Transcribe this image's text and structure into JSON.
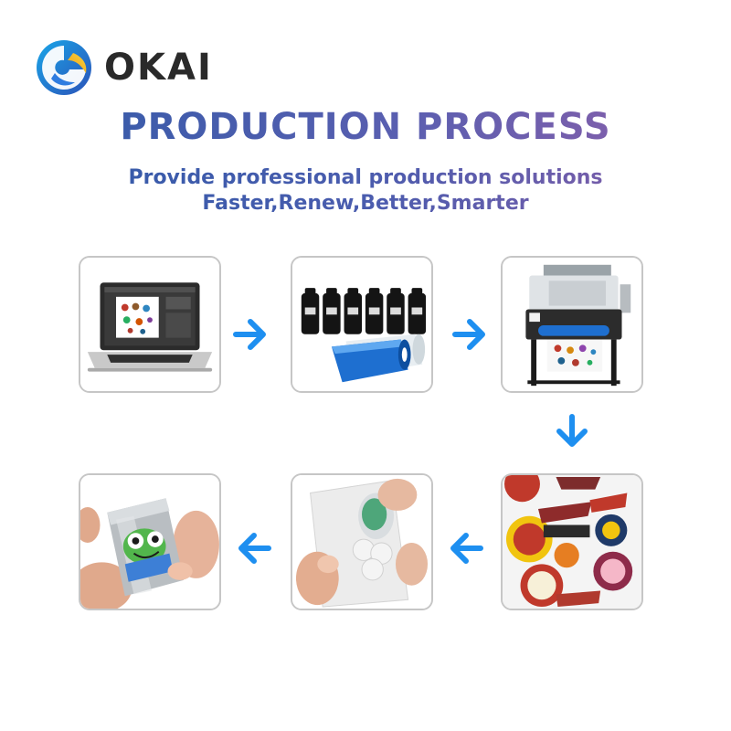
{
  "brand": {
    "name": "OKAI",
    "logo_icon": "okai-swirl-logo-icon"
  },
  "header": {
    "title": "PRODUCTION PROCESS",
    "subtitle_line1": "Provide professional production solutions",
    "subtitle_line2": "Faster,Renew,Better,Smarter"
  },
  "colors": {
    "title_start": "#2f5aa8",
    "title_end": "#8f5fa9",
    "arrow": "#1e8ff0",
    "card_border": "#c6c6c6"
  },
  "steps": [
    {
      "icon": "laptop-design-icon"
    },
    {
      "icon": "ink-bottles-film-icon"
    },
    {
      "icon": "uv-printer-icon"
    },
    {
      "icon": "printed-stickers-icon"
    },
    {
      "icon": "peel-film-icon"
    },
    {
      "icon": "apply-to-cup-icon"
    }
  ]
}
